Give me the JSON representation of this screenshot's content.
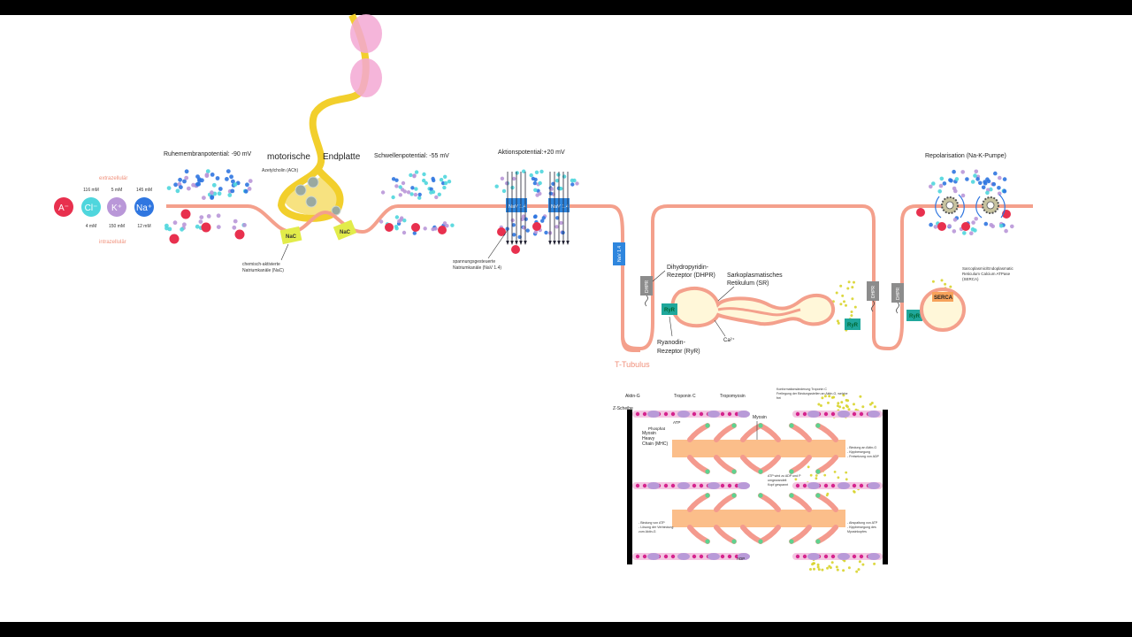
{
  "colors": {
    "membrane": "#f4a08c",
    "neuron": "#f2cf2c",
    "neuron_pink": "#f3a8d4",
    "anion": "#e8304e",
    "chloride": "#4fd6dd",
    "potassium": "#b997d8",
    "sodium": "#2f76e0",
    "nav": "#2e86de",
    "nac": "#e2ec4a",
    "dhpr": "#8c8c8c",
    "ryr": "#1fa79b",
    "calcium": "#d8d42c",
    "myosin": "#fbbe8a",
    "actin": "#b89ad8",
    "bead": "#d6248e",
    "zdisc": "#000000",
    "extra_label": "#f08f7a",
    "serca": "#f7a25a"
  },
  "ions": {
    "extracellular_label": "extrazellulär",
    "intracellular_label": "intrazellulär",
    "items": [
      {
        "symbol": "A⁻",
        "color_key": "anion",
        "top": "",
        "bottom": ""
      },
      {
        "symbol": "Cl⁻",
        "color_key": "chloride",
        "top": "116 mM",
        "bottom": "4 mM"
      },
      {
        "symbol": "K⁺",
        "color_key": "potassium",
        "top": "5 mM",
        "bottom": "150 mM"
      },
      {
        "symbol": "Na⁺",
        "color_key": "sodium",
        "top": "145 mM",
        "bottom": "12 mM"
      }
    ]
  },
  "labels": {
    "resting": "Ruhemembranpotential: -90 mV",
    "motor": "motorische",
    "endplate": "Endplatte",
    "ach": "Azetylcholin (ACh)",
    "threshold": "Schwellenpotential: -55 mV",
    "action": "Aktionspotential:+20 mV",
    "repol": "Repolarisation (Na-K-Pumpe)",
    "nac_line1": "chemisch-aktivierte",
    "nac_line2": "Natriumkanäle (NaC)",
    "nav_line1": "spannungsgesteuerte",
    "nav_line2": "Natriumkanäle (NaV 1.4)",
    "dhpr_line1": "Dihydropyridin-",
    "dhpr_line2": "Rezeptor (DHPR)",
    "sr_line1": "Sarkoplasmatisches",
    "sr_line2": "Retikulum (SR)",
    "ryr_line1": "Ryanodin-",
    "ryr_line2": "Rezeptor (RyR)",
    "calcium": "Ca²⁺",
    "ttubulus": "T-Tubulus",
    "serca_line1": "Sarcoplasmic/Endoplasmatic",
    "serca_line2": "Reticulum Calcium ATPase",
    "serca_line3": "(SERCA)"
  },
  "tags": {
    "nac": "NaC",
    "nav": "NaV 1.4",
    "dhpr": "DHPR",
    "ryr": "RyR",
    "serca": "SERCA"
  },
  "sarcomere": {
    "actin": "Aktin-G",
    "zdisc": "Z-Scheibe",
    "troponin": "Troponin C",
    "tropomyosin": "Tropomyosin",
    "myosin": "Myosin",
    "atp": "ATP",
    "phosphat": "Phosphat",
    "mhc_line1": "Myosin",
    "mhc_line2": "Heavy",
    "mhc_line3": "Chain (MHC)",
    "adp": "ADP",
    "note_top_line1": "Konformationsänderung Troponin C",
    "note_top_line2": "Freilegung der Bindungsstellen an Aktin-G, welche",
    "note_top_line3": "frei",
    "note_right1_line1": "- Bindung an Aktin-G",
    "note_right1_line2": "- Kippbewegung",
    "note_right1_line3": "- Freisetzung von ADP",
    "note_mid_line1": "ATP wird zu ADP und P",
    "note_mid_line2": "umgewandelt",
    "note_mid_line3": "Kopf gespannt",
    "note_left_line1": "- Bindung von ATP",
    "note_left_line2": "- Lösung der Verbindung",
    "note_left_line3": "zum Aktin-G",
    "note_right2_line1": "- Abspaltung von ATP",
    "note_right2_line2": "- Kippbewegung des",
    "note_right2_line3": "Myosinkopfes"
  }
}
